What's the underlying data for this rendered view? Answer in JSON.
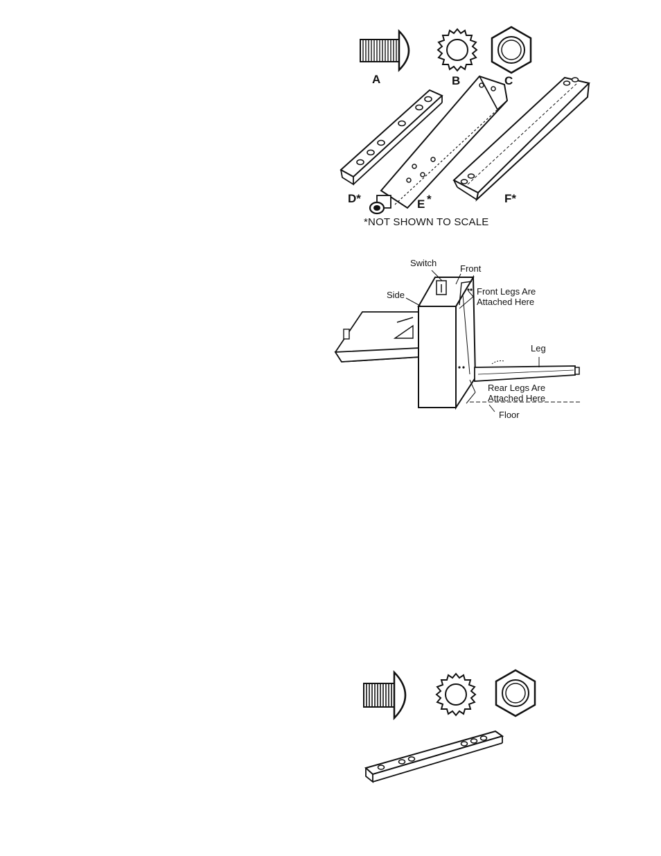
{
  "figure1": {
    "labels": {
      "a": "A",
      "b": "B",
      "c": "C",
      "d": "D*",
      "e": "E",
      "e_star": "*",
      "f": "F*"
    },
    "note": "*NOT SHOWN TO SCALE",
    "parts": [
      {
        "letter": "A",
        "icon": "carriage-bolt-icon"
      },
      {
        "letter": "B",
        "icon": "lock-washer-icon"
      },
      {
        "letter": "C",
        "icon": "hex-nut-icon"
      },
      {
        "letter": "D",
        "icon": "leg-brace-icon"
      },
      {
        "letter": "E",
        "icon": "leg-icon"
      },
      {
        "letter": "F",
        "icon": "angle-stiffener-icon"
      }
    ]
  },
  "figure2": {
    "callouts": {
      "switch": "Switch",
      "front": "Front",
      "side": "Side",
      "front_legs_line1": "Front Legs Are",
      "front_legs_line2": "Attached Here",
      "leg": "Leg",
      "rear_legs_line1": "Rear Legs Are",
      "rear_legs_line2": "Attached Here",
      "floor": "Floor"
    }
  },
  "figure3": {
    "parts": [
      "carriage-bolt-icon",
      "lock-washer-icon",
      "hex-nut-icon",
      "leg-brace-icon"
    ]
  }
}
